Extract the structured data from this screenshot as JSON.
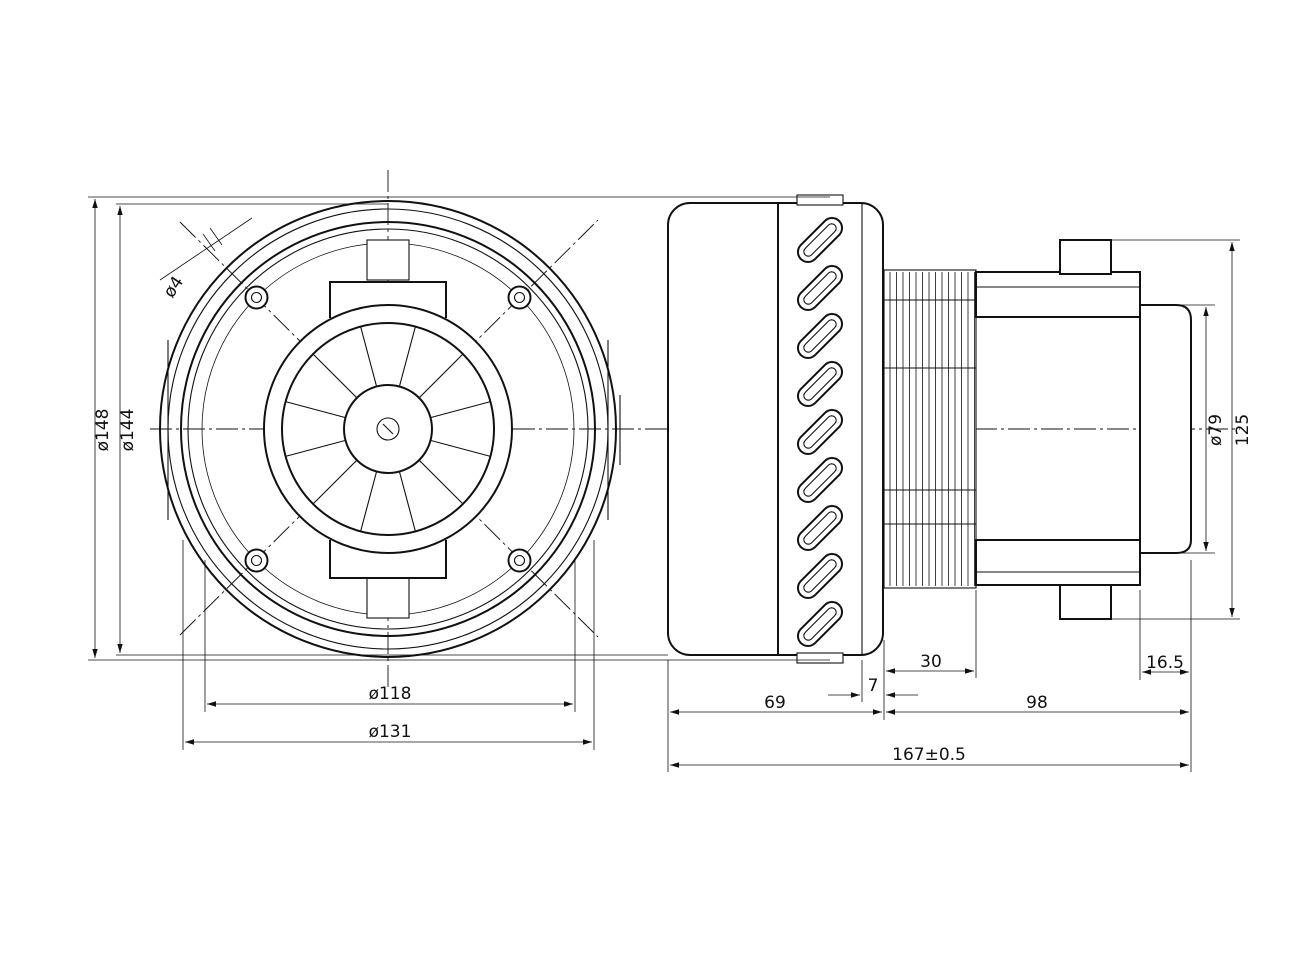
{
  "dimensions": {
    "d148": "ø148",
    "d144": "ø144",
    "d4": "ø4",
    "d118": "ø118",
    "d131": "ø131",
    "d79": "ø79",
    "h125": "125",
    "l69": "69",
    "l7": "7",
    "l30": "30",
    "l98": "98",
    "l16_5": "16.5",
    "l167": "167±0.5"
  },
  "colors": {
    "line": "#111111",
    "background": "#ffffff"
  }
}
